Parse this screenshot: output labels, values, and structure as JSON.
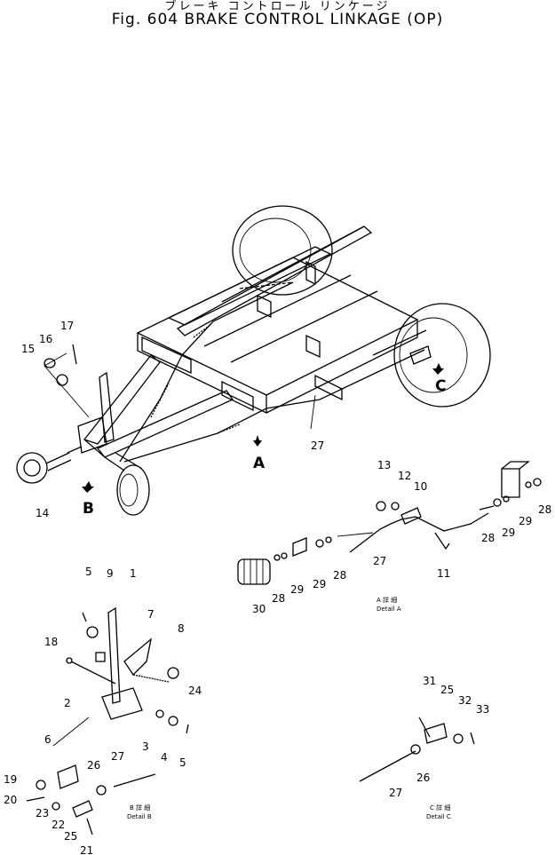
{
  "title": {
    "japanese": "ブレーキ コントロール リンケージ",
    "english": "Fig. 604   BRAKE CONTROL LINKAGE (OP)"
  },
  "view_markers": [
    "A",
    "B",
    "C"
  ],
  "callouts": {
    "main": [
      "17",
      "16",
      "15",
      "14",
      "27"
    ],
    "detail_a": [
      "13",
      "12",
      "10",
      "11",
      "27",
      "28",
      "29",
      "29",
      "28",
      "30",
      "28",
      "29",
      "29",
      "28"
    ],
    "detail_b": [
      "5",
      "9",
      "1",
      "7",
      "8",
      "18",
      "2",
      "24",
      "3",
      "4",
      "5",
      "6",
      "27",
      "26",
      "19",
      "20",
      "23",
      "22",
      "25",
      "21"
    ],
    "detail_c": [
      "31",
      "25",
      "32",
      "33",
      "26",
      "27"
    ]
  },
  "detail_labels": {
    "a_jp": "A 詳 細",
    "a_en": "Detail  A",
    "b_jp": "B 詳 細",
    "b_en": "Detail  B",
    "c_jp": "C 詳 細",
    "c_en": "Detail  C"
  }
}
